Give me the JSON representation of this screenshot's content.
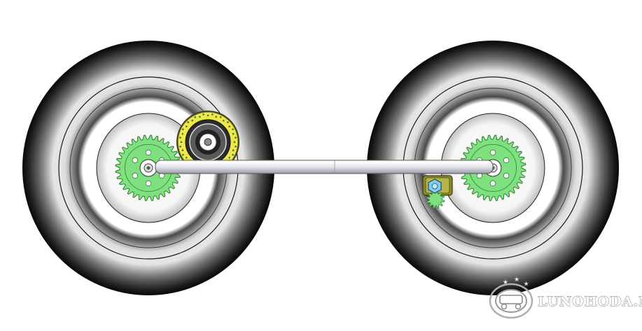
{
  "diagram": {
    "subject": "twin wheels with sprockets joined by a connecting axle",
    "colors": {
      "background": "#ffffff",
      "tire_dark": "#0f0f0f",
      "tire_light": "#f2f2f2",
      "rim_white": "#ffffff",
      "sprocket_green": "#7fe07f",
      "sprocket_edge": "#2f7f2f",
      "gear_yellow": "#f0e84a",
      "axle": "#e8e8ee",
      "nut_blue": "#7fd0f0",
      "bracket_olive": "#8a8a2a"
    },
    "components": [
      {
        "id": "left-wheel",
        "label": "left wheel",
        "sprocket_teeth": 32
      },
      {
        "id": "right-wheel",
        "label": "right wheel",
        "sprocket_teeth": 32
      },
      {
        "id": "drive-gear",
        "label": "yellow drive gear"
      },
      {
        "id": "axle",
        "label": "connecting axle"
      },
      {
        "id": "tensioner",
        "label": "blue nut bracket"
      }
    ]
  },
  "watermark": {
    "text": "LUNOHODA.NET",
    "logo": "truck-emblem"
  }
}
